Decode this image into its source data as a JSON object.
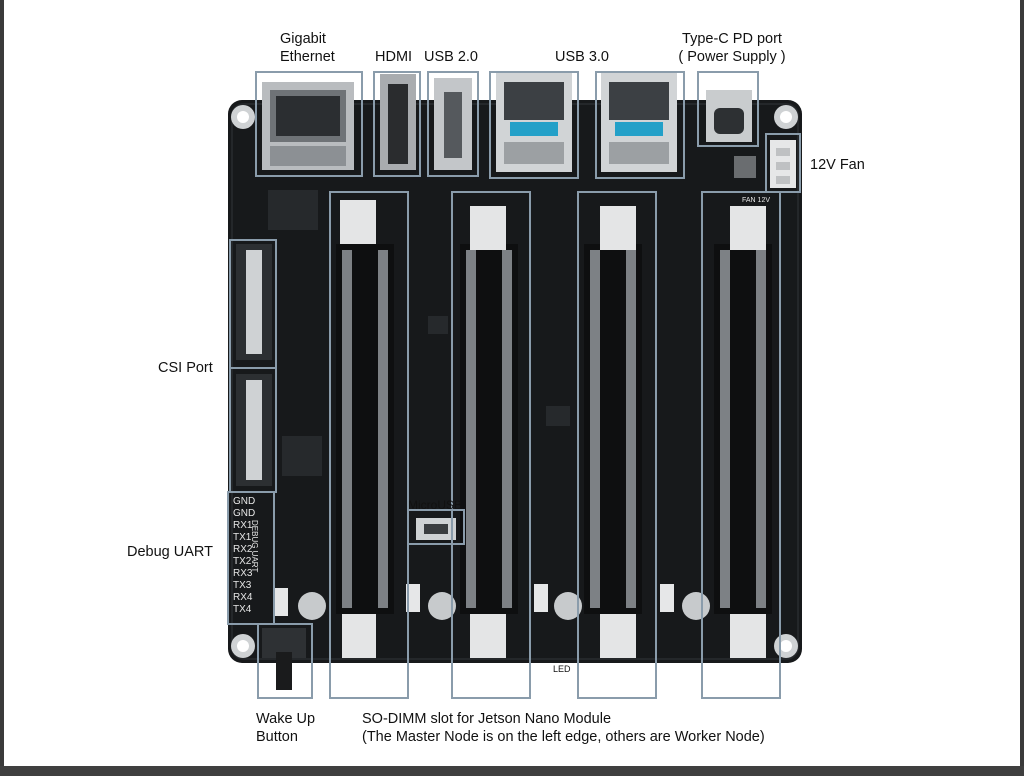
{
  "labels": {
    "ethernet": [
      "Gigabit",
      "Ethernet"
    ],
    "hdmi": "HDMI",
    "usb2": "USB 2.0",
    "usb3": "USB 3.0",
    "typec": [
      "Type-C PD port",
      "( Power Supply )"
    ],
    "fan": "12V Fan",
    "csi": "CSI Port",
    "uart": "Debug UART",
    "microusb": "MicroUSB",
    "led": "LED",
    "wakeup": [
      "Wake Up",
      "Button"
    ],
    "sodimm": [
      "SO-DIMM slot for Jetson Nano Module",
      "(The Master Node is on the left edge, others are Worker Node)"
    ]
  },
  "board_silkscreen": {
    "debug_uart_pins": [
      "GND",
      "GND",
      "RX1",
      "TX1",
      "RX2",
      "TX2",
      "RX3",
      "TX3",
      "RX4",
      "TX4"
    ],
    "debug_uart_title": "DEBUG UART",
    "fan_marking": "FAN 12V"
  },
  "colors": {
    "board": "#17191b",
    "highlight_box": "#8a9cab",
    "label_text": "#111111"
  }
}
